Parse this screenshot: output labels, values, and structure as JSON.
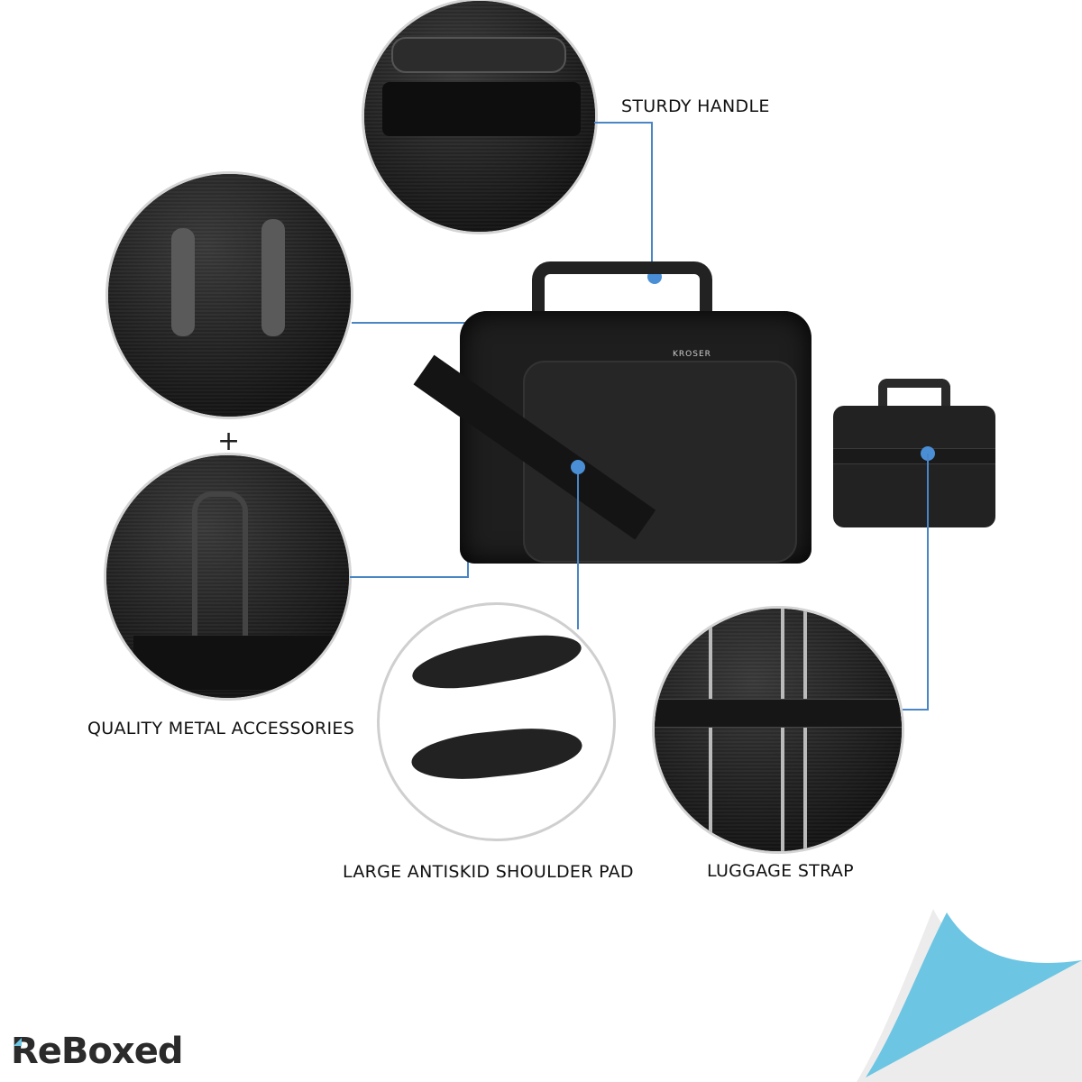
{
  "features": {
    "handle": {
      "label": "STURDY HANDLE"
    },
    "accessories": {
      "label": "QUALITY METAL ACCESSORIES"
    },
    "shoulder_pad": {
      "label": "LARGE ANTISKID SHOULDER PAD"
    },
    "luggage_strap": {
      "label": "LUGGAGE STRAP"
    }
  },
  "plus_sign": "+",
  "product": {
    "brand_tag": "KROSER"
  },
  "watermark": {
    "logo_text": "ReBoxed"
  },
  "colors": {
    "connector": "#4a86c5",
    "dot": "#4a8fd6",
    "page_curl": "#6cc5e3",
    "logo": "#2b2b2b"
  }
}
